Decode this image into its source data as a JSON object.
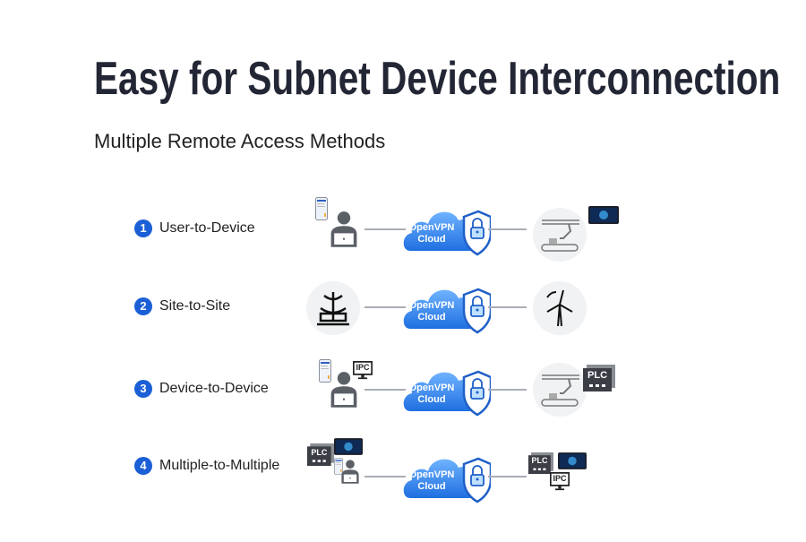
{
  "title": "Easy for Subnet Device Interconnection",
  "subtitle": "Multiple Remote Access Methods",
  "cloud_label": [
    "OpenVPN",
    "Cloud"
  ],
  "device_labels": {
    "ipc": "IPC",
    "plc": "PLC"
  },
  "colors": {
    "accent": "#1b5fd6",
    "cloud": "#3a8ef0",
    "title": "#232634"
  },
  "rows": [
    {
      "number": "1",
      "label": "User-to-Device"
    },
    {
      "number": "2",
      "label": "Site-to-Site"
    },
    {
      "number": "3",
      "label": "Device-to-Device"
    },
    {
      "number": "4",
      "label": "Multiple-to-Multiple"
    }
  ]
}
